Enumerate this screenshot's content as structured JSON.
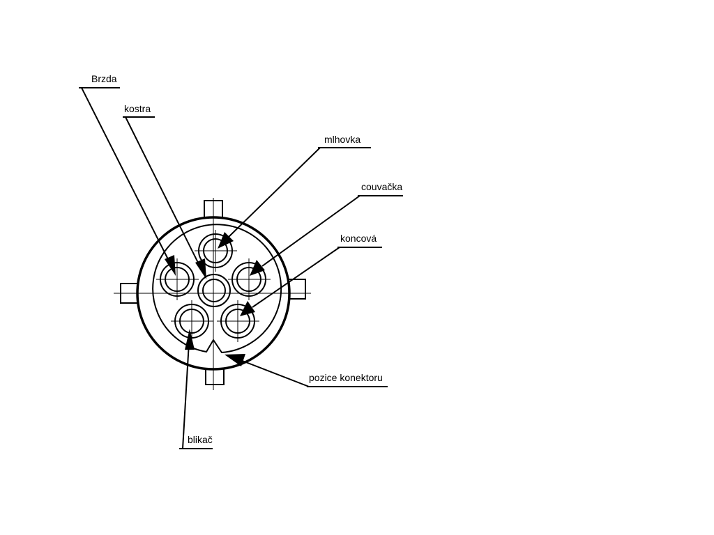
{
  "labels": {
    "brzda": "Brzda",
    "kostra": "kostra",
    "mlhovka": "mlhovka",
    "couvacka": "couvačka",
    "koncova": "koncová",
    "pozice_konektoru": "pozice konektoru",
    "blikac": "blikač"
  },
  "colors": {
    "ink": "#000000",
    "background": "#ffffff"
  }
}
